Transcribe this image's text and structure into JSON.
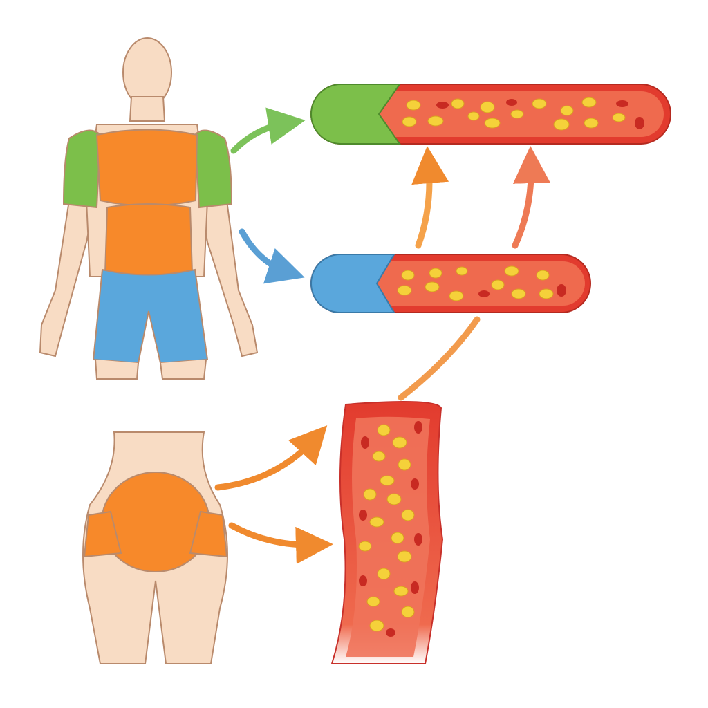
{
  "colors": {
    "skin": "#f8dcc4",
    "skin_outline": "#b98a6c",
    "fat_orange": "#f7892a",
    "shoulder_green": "#7cbf4a",
    "shorts_blue": "#5aa7dc",
    "vessel_red": "#e23b2e",
    "vessel_inner": "#ef6a4e",
    "fat_globule": "#f5d13a",
    "arrow_green": "#7cc25a",
    "arrow_blue": "#5a9fd4",
    "arrow_orange": "#f08a2e"
  },
  "parts": [
    "male-figure",
    "female-lower-body",
    "green-capsule-vessel",
    "blue-capsule-vessel",
    "vertical-blood-vessel"
  ]
}
